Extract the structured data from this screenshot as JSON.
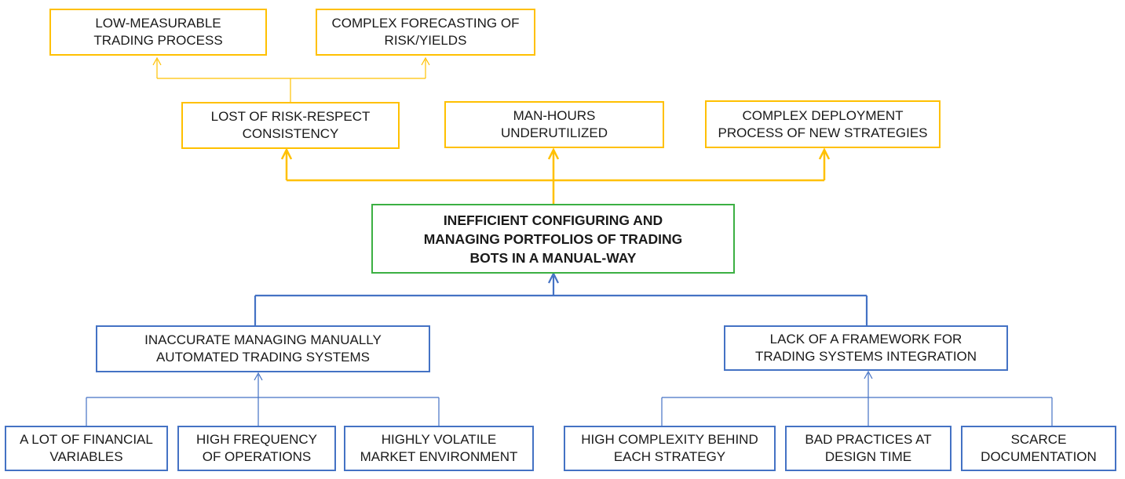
{
  "colors": {
    "effect": "#ffc000",
    "core": "#3cb043",
    "cause": "#4472c4"
  },
  "effects": {
    "top_left": "LOW-MEASURABLE\nTRADING PROCESS",
    "top_right": "COMPLEX FORECASTING OF\nRISK/YIELDS",
    "left": "LOST OF RISK-RESPECT\nCONSISTENCY",
    "center": "MAN-HOURS\nUNDERUTILIZED",
    "right": "COMPLEX DEPLOYMENT\nPROCESS OF NEW STRATEGIES"
  },
  "core_problem": "INEFFICIENT CONFIGURING AND\nMANAGING PORTFOLIOS OF TRADING\nBOTS IN A MANUAL-WAY",
  "causes": {
    "left": "INACCURATE MANAGING MANUALLY\nAUTOMATED TRADING SYSTEMS",
    "right": "LACK OF A FRAMEWORK FOR\nTRADING SYSTEMS INTEGRATION"
  },
  "sub_causes": {
    "left": [
      "A LOT OF FINANCIAL\nVARIABLES",
      "HIGH FREQUENCY\nOF OPERATIONS",
      "HIGHLY VOLATILE\nMARKET ENVIRONMENT"
    ],
    "right": [
      "HIGH COMPLEXITY BEHIND\nEACH STRATEGY",
      "BAD PRACTICES AT\nDESIGN TIME",
      "SCARCE\nDOCUMENTATION"
    ]
  }
}
